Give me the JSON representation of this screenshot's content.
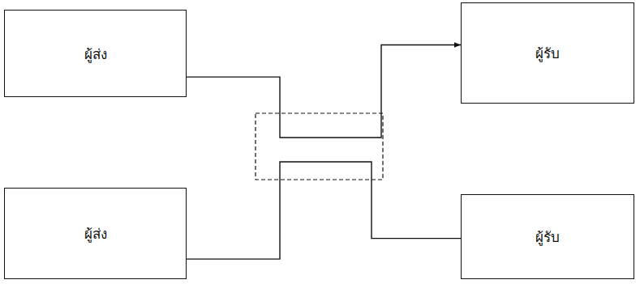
{
  "diagram": {
    "nodes": [
      {
        "text": [
          "ผู้ส่ง"
        ]
      },
      {
        "text": [
          "ผู้รับ"
        ]
      },
      {
        "text": [
          "ผู้ส่ง"
        ]
      },
      {
        "text": [
          "ผู้รับ"
        ]
      }
    ],
    "edges": [
      {
        "from": 0,
        "to": 1,
        "arrow": "to"
      },
      {
        "from": 2,
        "to": 3,
        "arrow": "none"
      }
    ]
  }
}
